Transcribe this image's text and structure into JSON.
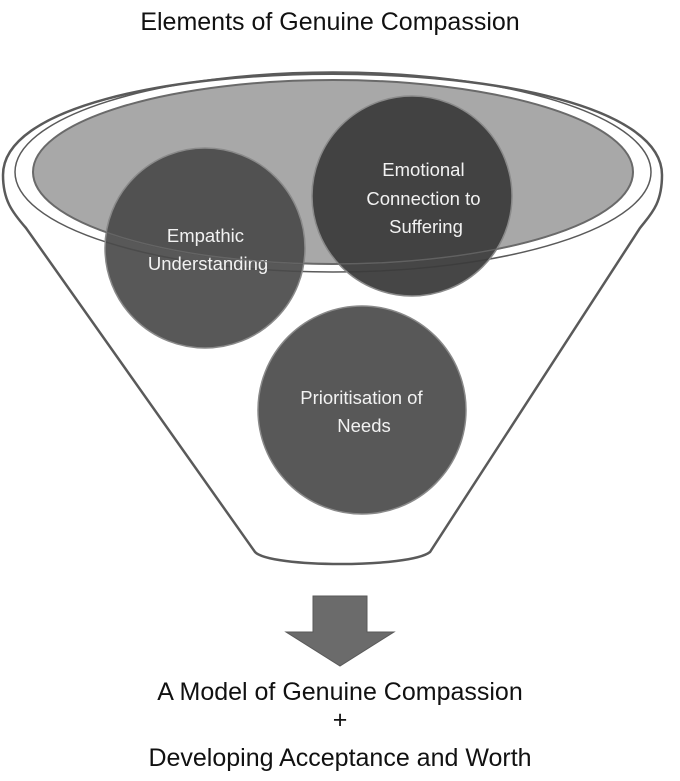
{
  "diagram": {
    "title": "Elements of Genuine Compassion",
    "circles": [
      {
        "id": "empathic",
        "lines": [
          "Empathic",
          "Understanding"
        ]
      },
      {
        "id": "emotional",
        "lines": [
          "Emotional",
          "Connection to",
          "Suffering"
        ]
      },
      {
        "id": "prioritisation",
        "lines": [
          "Prioritisation of",
          "Needs"
        ]
      }
    ],
    "outcome": {
      "line1": "A Model of Genuine Compassion",
      "plus": "+",
      "line2": "Developing Acceptance and Worth"
    }
  },
  "colors": {
    "background": "#ffffff",
    "funnel_fill": "#ffffff",
    "funnel_stroke": "#5a5a5a",
    "mouth_fill": "#a8a8a8",
    "circle_fill": "#555555",
    "circle_front_fill": "#3f3f3f",
    "circle_text": "#f2f2f2",
    "arrow_fill": "#6b6b6b",
    "text": "#111111"
  }
}
